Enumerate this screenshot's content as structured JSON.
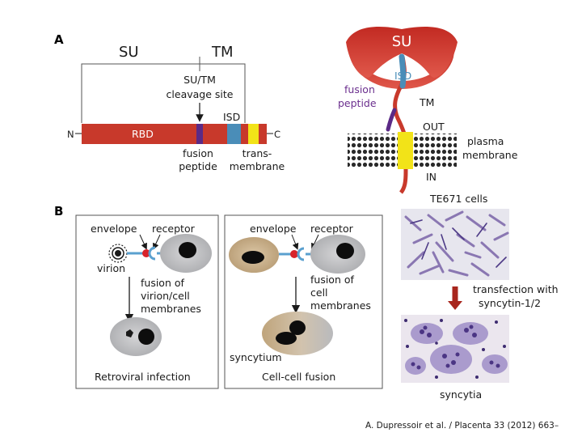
{
  "panel_a": {
    "letter": "A",
    "su": "SU",
    "tm": "TM",
    "cleavage_line1": "SU/TM",
    "cleavage_line2": "cleavage site",
    "isd": "ISD",
    "n_term": "N",
    "c_term": "C",
    "rbd": "RBD",
    "fusion_line1": "fusion",
    "fusion_line2": "peptide",
    "trans_line1": "trans-",
    "trans_line2": "membrane",
    "colors": {
      "envelope_bar": "#c8392b",
      "fusion_peptide": "#5b2a86",
      "isd": "#4a8db8",
      "transmembrane": "#f2e318"
    }
  },
  "topology": {
    "su": "SU",
    "isd": "ISD",
    "fusion_line1": "fusion",
    "fusion_line2": "peptide",
    "tm": "TM",
    "out": "OUT",
    "membrane_line1": "plasma",
    "membrane_line2": "membrane",
    "in": "IN"
  },
  "panel_b": {
    "letter": "B",
    "left": {
      "envelope": "envelope",
      "receptor": "receptor",
      "virion": "virion",
      "fusion_lines": [
        "fusion of",
        "virion/cell",
        "membranes"
      ],
      "caption": "Retroviral infection"
    },
    "right": {
      "envelope": "envelope",
      "receptor": "receptor",
      "fusion_lines": [
        "fusion of",
        "cell",
        "membranes"
      ],
      "syncytium": "syncytium",
      "caption": "Cell-cell fusion"
    }
  },
  "micrographs": {
    "top_title": "TE671 cells",
    "transfection_line1": "transfection with",
    "transfection_line2": "syncytin-1/2",
    "bottom_caption": "syncytia"
  },
  "citation": "A. Dupressoir et al. / Placenta 33 (2012) 663–"
}
